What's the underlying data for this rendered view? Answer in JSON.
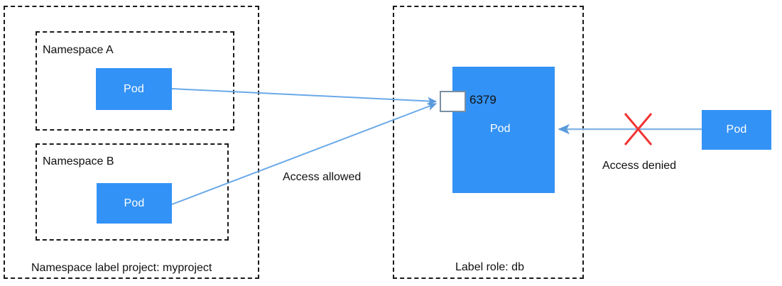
{
  "diagram": {
    "left_group": {
      "caption": "Namespace label project: myproject",
      "namespaces": [
        {
          "title": "Namespace A",
          "pod_label": "Pod"
        },
        {
          "title": "Namespace B",
          "pod_label": "Pod"
        }
      ]
    },
    "right_group": {
      "caption": "Label role: db",
      "pod_label": "Pod",
      "port": "6379"
    },
    "external": {
      "pod_label": "Pod"
    },
    "annotations": {
      "allowed": "Access allowed",
      "denied": "Access denied"
    },
    "colors": {
      "pod_blue": "#3392f5",
      "arrow_blue": "#6aa9e8",
      "deny_red": "#f03434",
      "box_border": "#1a1a1a",
      "port_border": "#7b8fa3"
    }
  }
}
